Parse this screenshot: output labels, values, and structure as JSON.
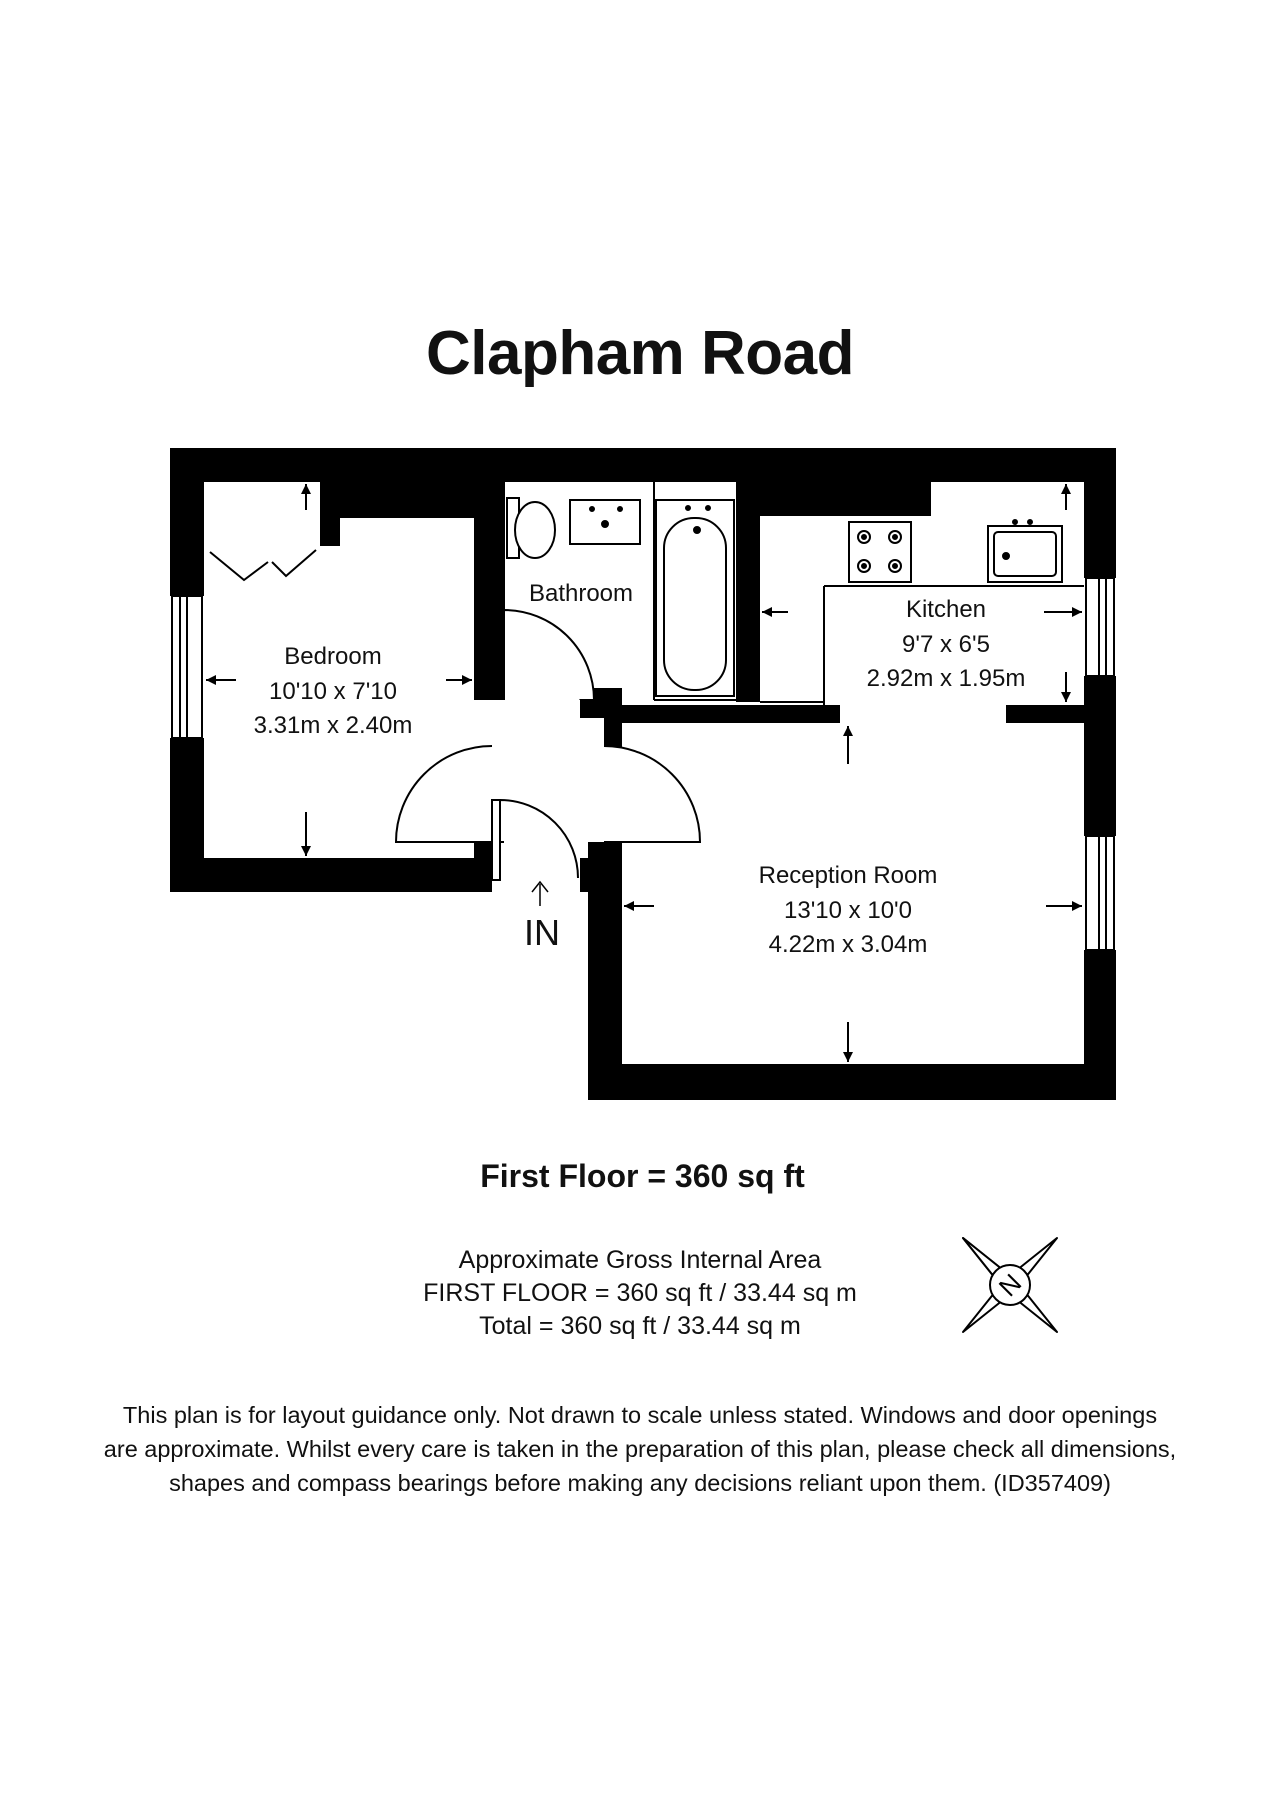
{
  "title": "Clapham Road",
  "rooms": {
    "bedroom": {
      "name": "Bedroom",
      "imperial": "10'10 x 7'10",
      "metric": "3.31m x 2.40m"
    },
    "bathroom": {
      "name": "Bathroom"
    },
    "kitchen": {
      "name": "Kitchen",
      "imperial": "9'7 x 6'5",
      "metric": "2.92m x 1.95m"
    },
    "reception": {
      "name": "Reception Room",
      "imperial": "13'10 x 10'0",
      "metric": "4.22m x 3.04m"
    }
  },
  "entrance_label": "IN",
  "floor_area_heading": "First Floor = 360 sq ft",
  "gross_internal_area": {
    "heading": "Approximate Gross Internal Area",
    "first_floor": "FIRST FLOOR = 360 sq ft / 33.44 sq m",
    "total": "Total = 360 sq ft / 33.44 sq m"
  },
  "compass_label": "N",
  "disclaimer_lines": [
    "This plan is for layout guidance only. Not drawn to scale unless stated. Windows and door openings",
    "are approximate. Whilst every care is taken in the preparation of this plan, please check all dimensions,",
    "shapes and compass bearings before making any decisions reliant upon them. (ID357409)"
  ]
}
